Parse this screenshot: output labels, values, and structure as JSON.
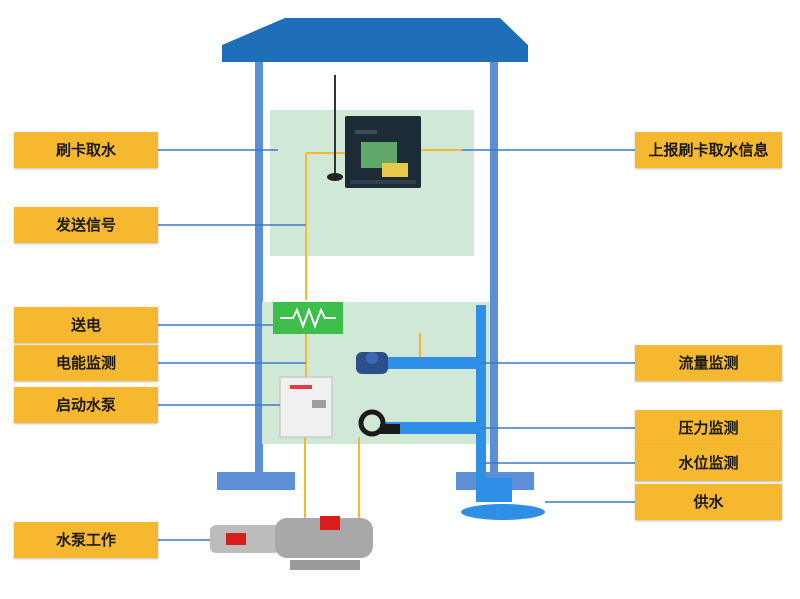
{
  "labels_left": {
    "card_water": "刷卡取水",
    "send_signal": "发送信号",
    "power_supply": "送电",
    "energy_monitor": "电能监测",
    "start_pump": "启动水泵",
    "pump_work": "水泵工作"
  },
  "labels_right": {
    "report_info": "上报刷卡取水信息",
    "flow_monitor": "流量监测",
    "pressure_monitor": "压力监测",
    "level_monitor": "水位监测",
    "water_supply": "供水"
  },
  "colors": {
    "roof": "#1f6fb8",
    "post": "#5b8fd6",
    "panel": "#cfe9d6",
    "label_bg": "#f5b82e",
    "wire": "#f5b82e",
    "leader": "#3a78c9",
    "pipe": "#2f8fe6",
    "converter": "#3dbd4a"
  }
}
